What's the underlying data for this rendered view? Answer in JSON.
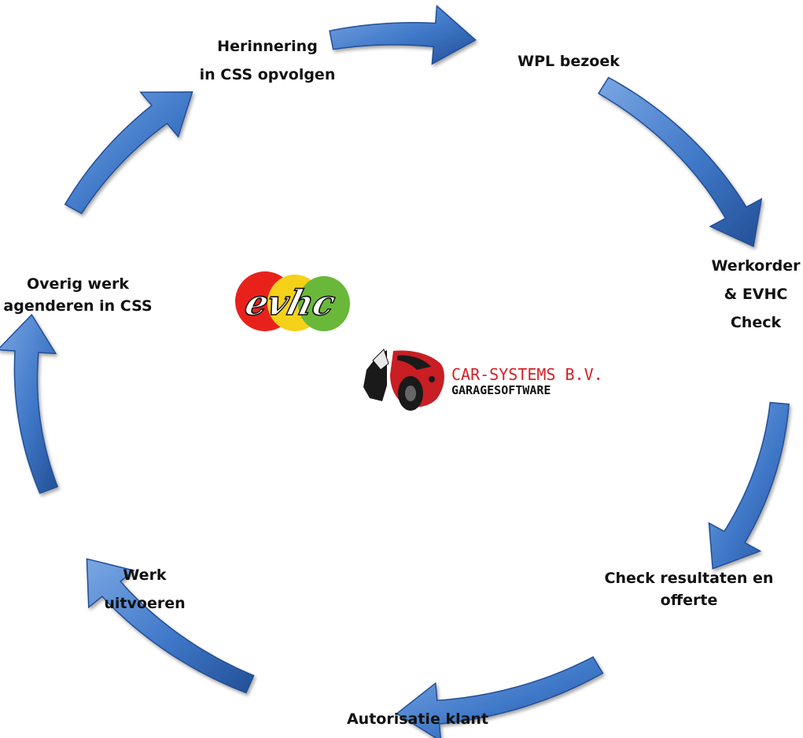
{
  "cycle_steps": [
    {
      "lines": [
        "Herinnering",
        "in CSS opvolgen"
      ]
    },
    {
      "lines": [
        "WPL bezoek"
      ]
    },
    {
      "lines": [
        "Werkorder",
        "& EVHC",
        "Check"
      ]
    },
    {
      "lines": [
        "Check resultaten en",
        "offerte"
      ]
    },
    {
      "lines": [
        "Autorisatie klant"
      ]
    },
    {
      "lines": [
        "Werk",
        "uitvoeren"
      ]
    },
    {
      "lines": [
        "Overig werk",
        "agenderen in CSS"
      ]
    }
  ],
  "logos": {
    "evhc": {
      "text": "evhc",
      "colors": [
        "#e8221b",
        "#f6d11a",
        "#6ab83a"
      ]
    },
    "carsystems": {
      "name": "CAR-SYSTEMS B.V.",
      "tagline": "GARAGESOFTWARE",
      "accent": "#d61f26"
    }
  },
  "colors": {
    "arrow": "#3f78c8",
    "arrow_dark": "#234f96",
    "arrow_light": "#7aa6e3"
  }
}
